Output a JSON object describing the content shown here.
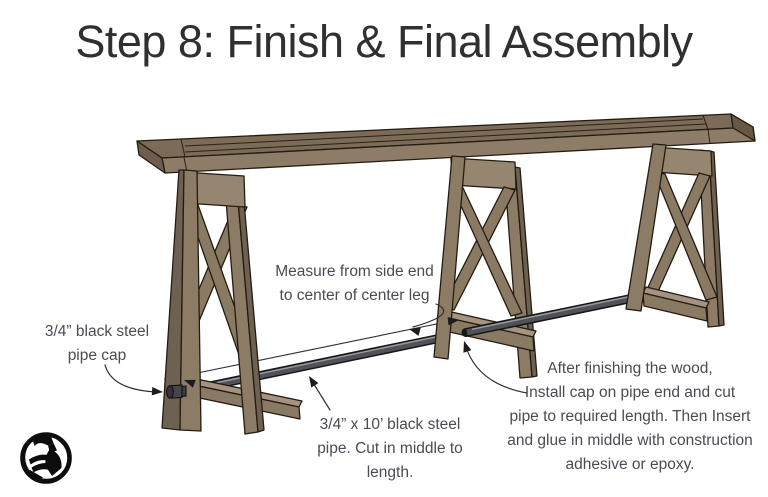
{
  "title": "Step 8: Finish & Final Assembly",
  "colors": {
    "background": "#ffffff",
    "title_text": "#303030",
    "annotation_text": "#4b4b54",
    "wood_top": "#7b6b57",
    "wood_front": "#8d7d67",
    "wood_side_dark": "#6c5d4c",
    "wood_end_dark": "#665747",
    "wood_rail": "#96866f",
    "wood_member": "#8a7a64",
    "wood_rail_top": "#a39380",
    "wood_leg_side": "#6f6152",
    "outline": "#241c11",
    "pipe_body": "#515158",
    "pipe_outline": "#17171a",
    "pipe_highlight": "#9b9ba2",
    "arrow": "#1c1c1f",
    "logo": "#0d0d0d"
  },
  "annotations": {
    "measure_note": {
      "lines": [
        "Measure from side end",
        "to center of center leg"
      ]
    },
    "cap_note": {
      "lines": [
        "3/4” black steel",
        "pipe cap"
      ]
    },
    "pipe_note": {
      "lines": [
        "3/4” x 10’ black steel",
        "pipe. Cut in middle to",
        "length."
      ]
    },
    "finish_note": {
      "lines": [
        "After finishing the wood,",
        "Install cap on pipe end and cut",
        "pipe to required length. Then Insert",
        "and glue in middle with construction",
        "adhesive or epoxy."
      ]
    }
  },
  "logo": {
    "name": "builder-figure-logo"
  }
}
